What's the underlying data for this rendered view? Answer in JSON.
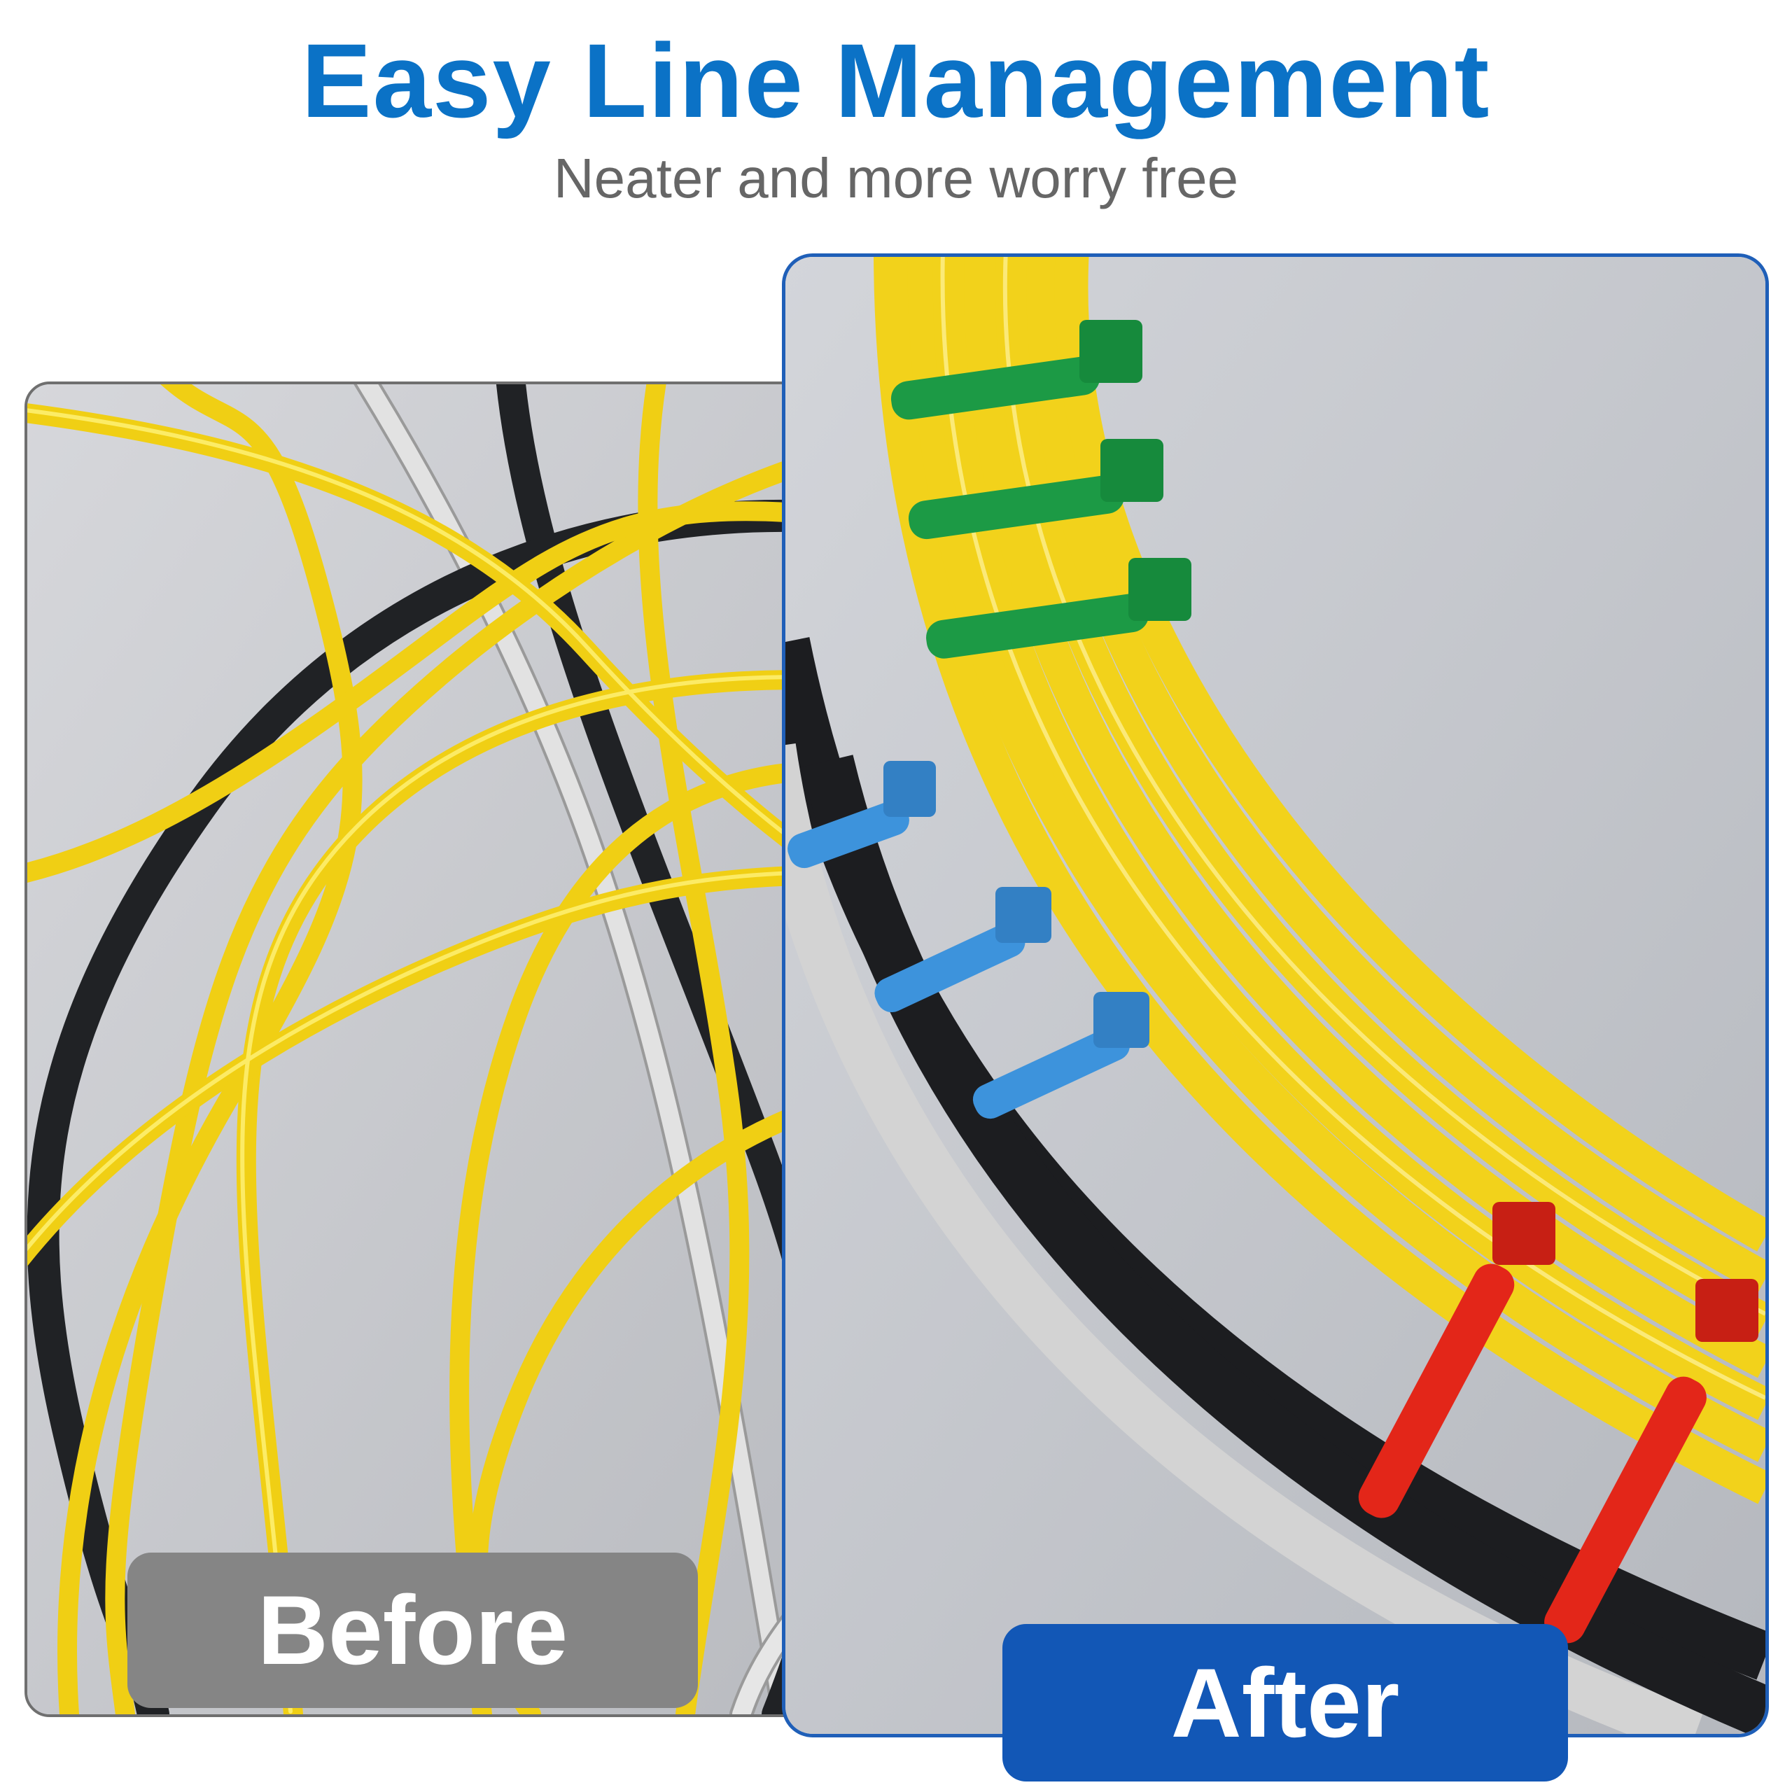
{
  "header": {
    "title": "Easy Line Management",
    "subtitle": "Neater and more worry free"
  },
  "before": {
    "label": "Before"
  },
  "after": {
    "label": "After"
  },
  "colors": {
    "title_blue": "#0b72c6",
    "subtitle_gray": "#666666",
    "before_badge": "#858585",
    "after_badge": "#1257b6",
    "panel_background": "#c9cbd0",
    "cable_yellow": "#f2d21b",
    "cable_black": "#202225",
    "cable_white": "#d9d9d9",
    "tie_green": "#1c9a45",
    "tie_blue": "#3d93dc",
    "tie_red": "#e32619"
  },
  "icons": [
    "tangled-cables-illustration",
    "bundled-cables-illustration",
    "cable-tie-icon"
  ]
}
